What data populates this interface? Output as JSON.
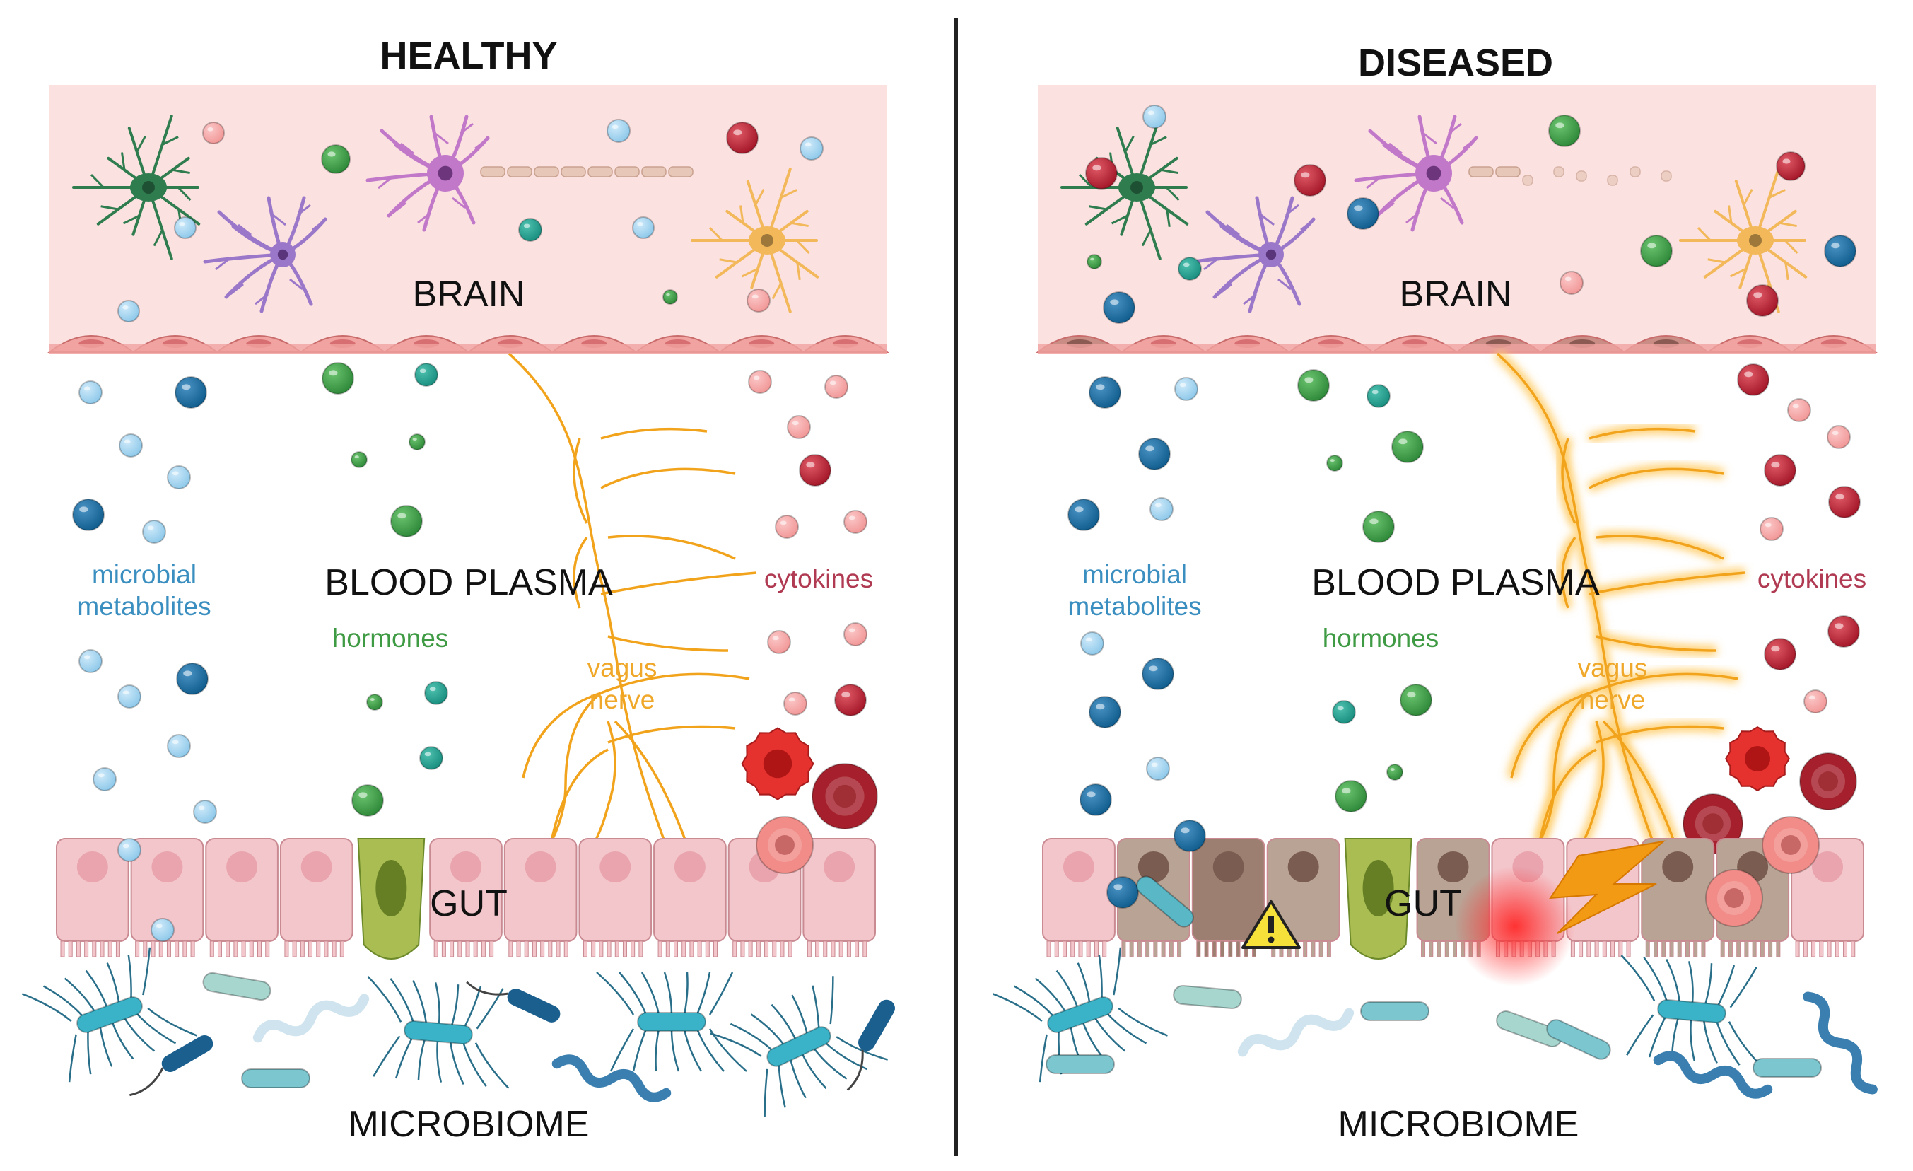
{
  "panels": [
    {
      "id": "healthy",
      "title": "HEALTHY",
      "brain_label": "BRAIN",
      "plasma_label": "BLOOD PLASMA",
      "gut_label": "GUT",
      "microbiome_label": "MICROBIOME",
      "metabolites_line1": "microbial",
      "metabolites_line2": "metabolites",
      "hormones_label": "hormones",
      "vagus_line1": "vagus",
      "vagus_line2": "nerve",
      "cytokines_label": "cytokines"
    },
    {
      "id": "diseased",
      "title": "DISEASED",
      "brain_label": "BRAIN",
      "plasma_label": "BLOOD PLASMA",
      "gut_label": "GUT",
      "microbiome_label": "MICROBIOME",
      "metabolites_line1": "microbial",
      "metabolites_line2": "metabolites",
      "hormones_label": "hormones",
      "vagus_line1": "vagus",
      "vagus_line2": "nerve",
      "cytokines_label": "cytokines"
    }
  ],
  "colors": {
    "brain_bg": "#fbe1e0",
    "endothelium": "#f0a3a0",
    "gut_cell": "#f3c6cb",
    "gut_damaged": "#b9a395",
    "metabolite_light": "#8fc9ea",
    "metabolite_dark": "#115e8f",
    "hormone": "#2f8a3a",
    "hormone_teal": "#1b8f80",
    "cytokine_light": "#f29898",
    "cytokine_dark": "#a5182a",
    "vagus_nerve": "#f2a31c",
    "bacteria_teal": "#3ab3c9"
  },
  "icons": [
    "warning-icon",
    "lightning-icon",
    "inflammation-glow-icon"
  ]
}
